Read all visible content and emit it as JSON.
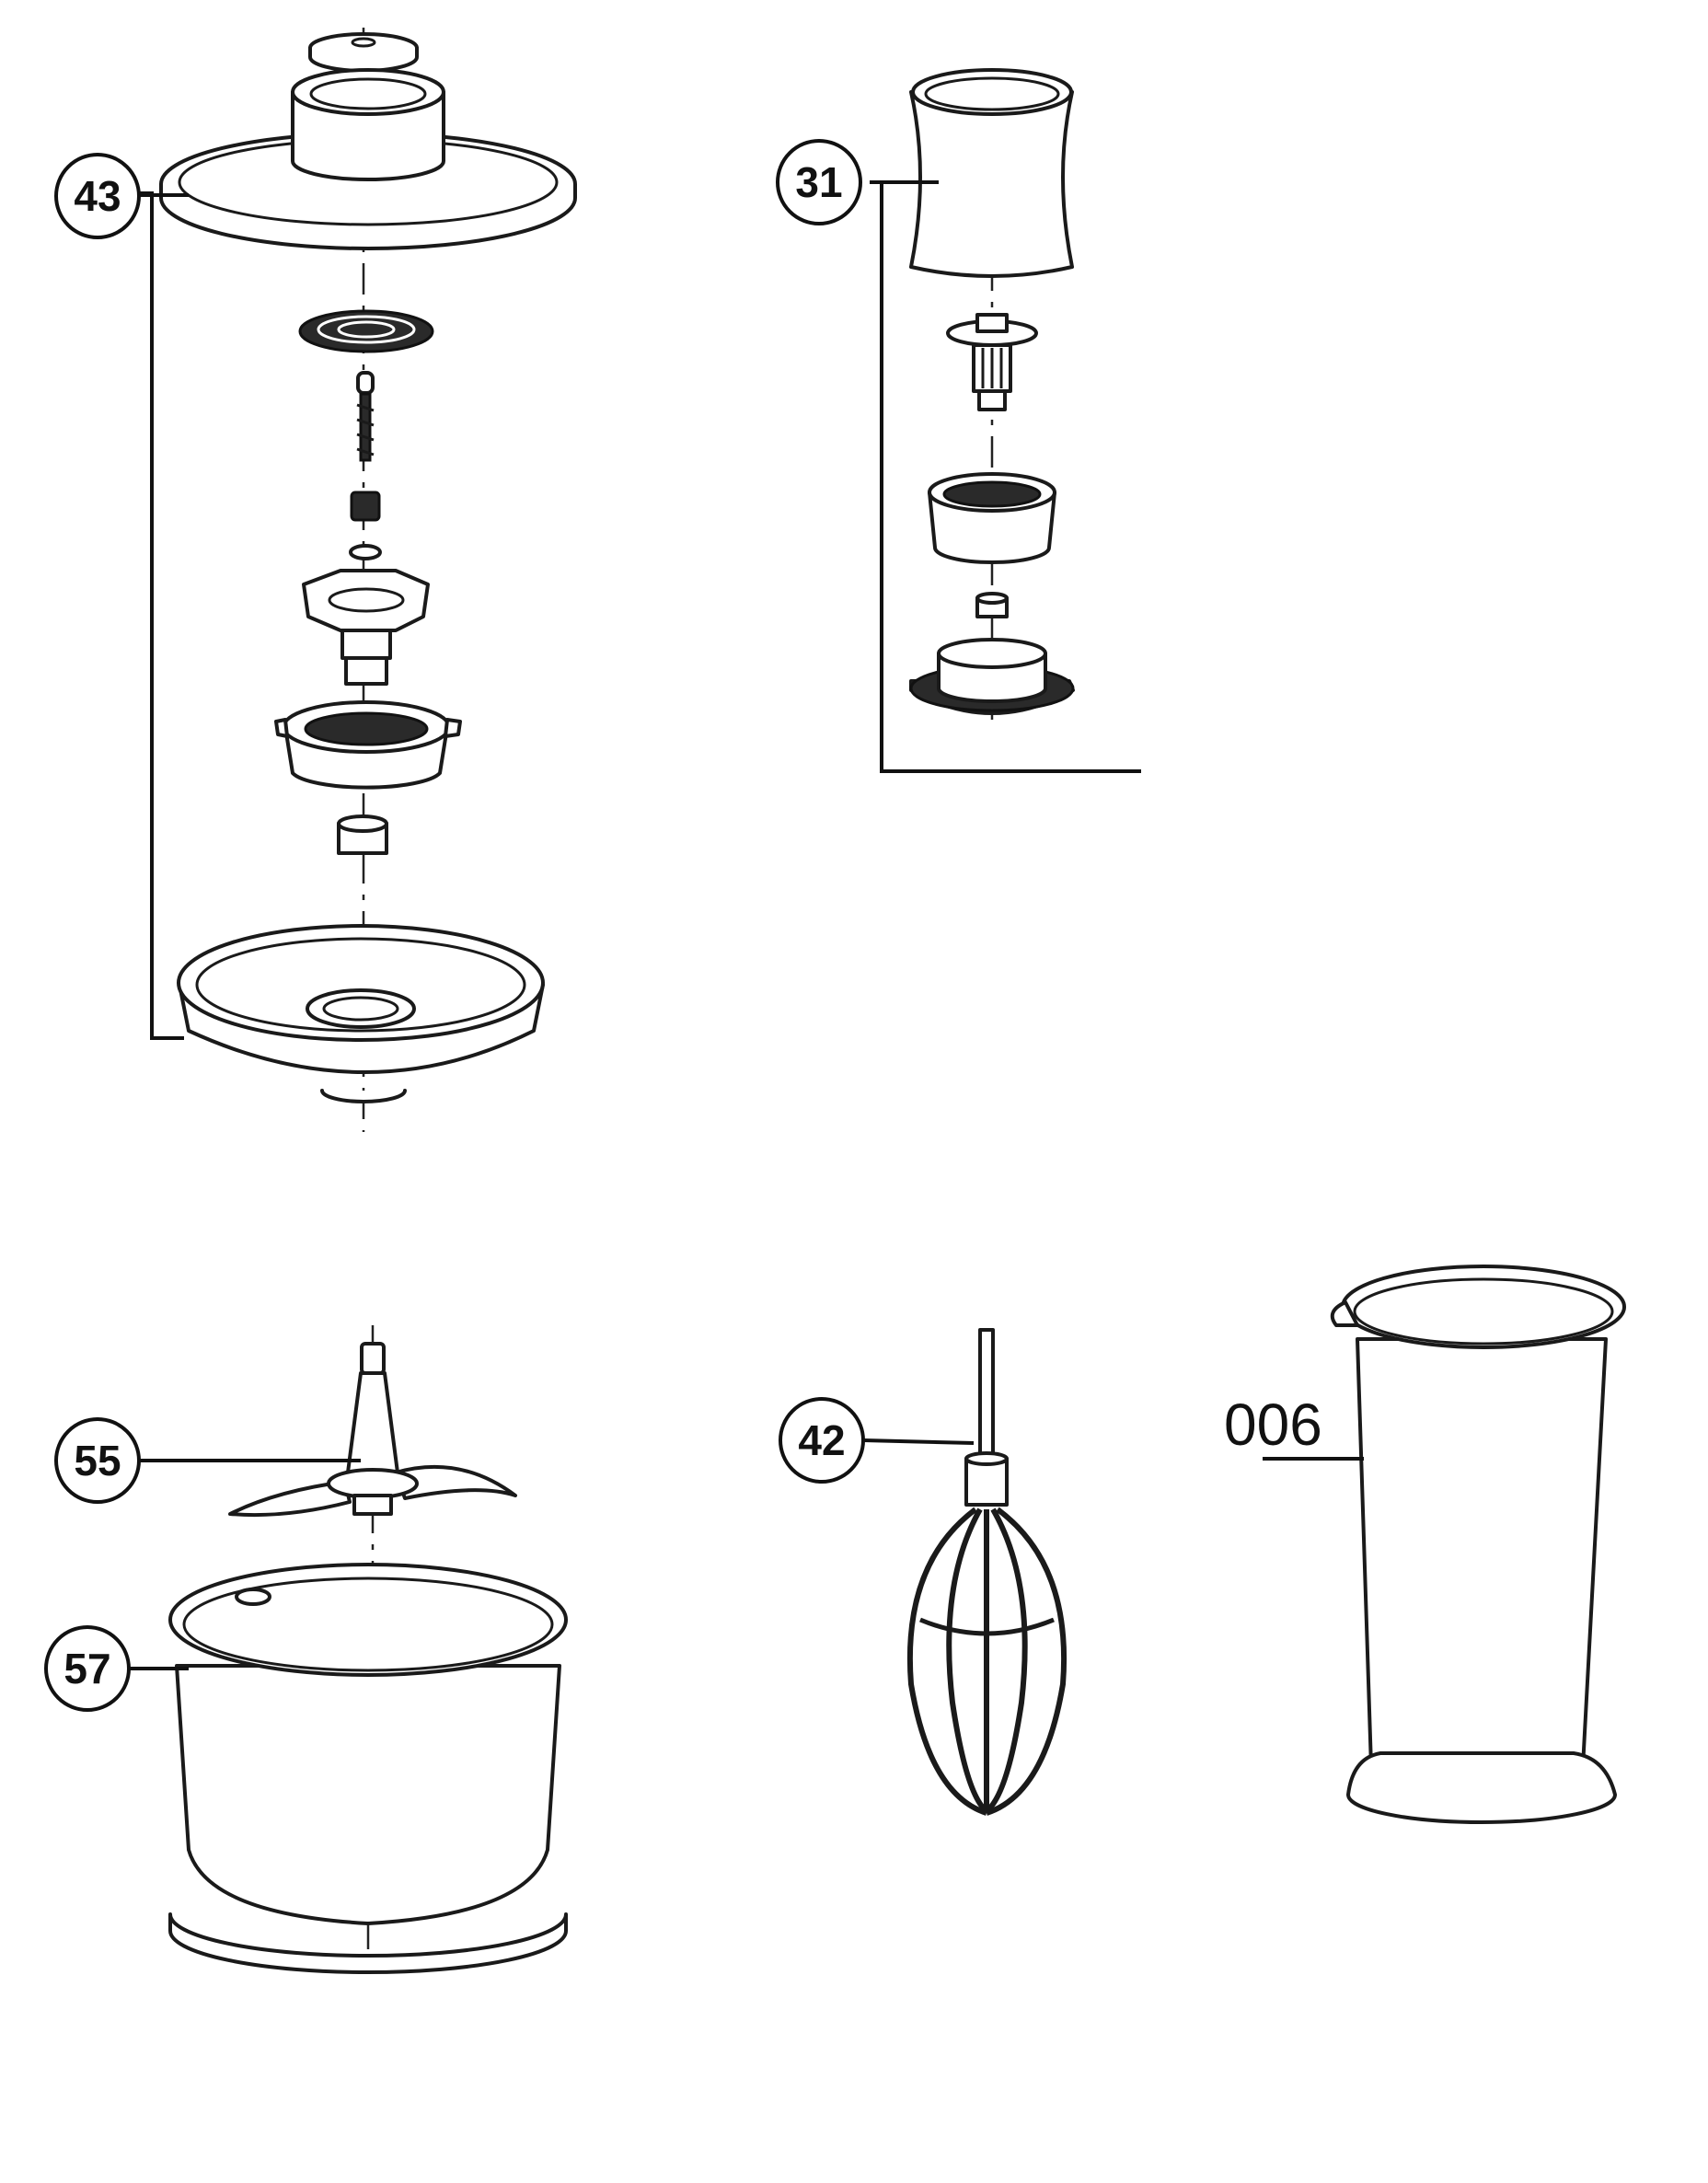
{
  "callouts": {
    "c43": "43",
    "c31": "31",
    "c55": "55",
    "c57": "57",
    "c42": "42",
    "c006": "006"
  },
  "colors": {
    "line": "#1a1a1a",
    "background": "#ffffff"
  }
}
